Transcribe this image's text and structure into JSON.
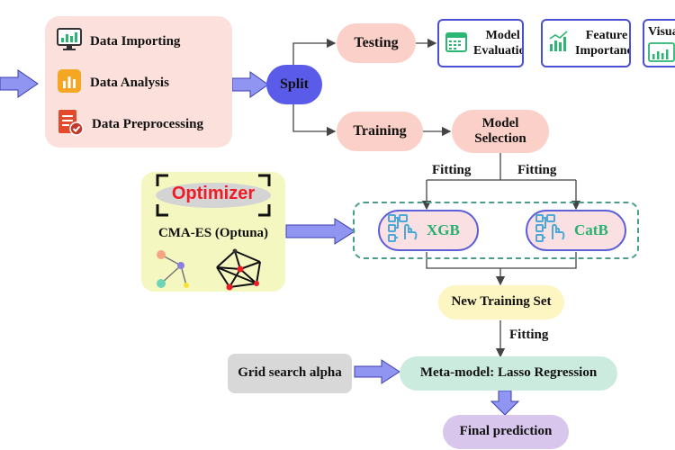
{
  "data_panel": {
    "items": [
      {
        "label": "Data Importing",
        "icon": "monitor-chart-icon"
      },
      {
        "label": "Data Analysis",
        "icon": "bar-chart-icon"
      },
      {
        "label": "Data Preprocessing",
        "icon": "document-check-icon"
      }
    ]
  },
  "split": {
    "label": "Split"
  },
  "testing": {
    "label": "Testing"
  },
  "training": {
    "label": "Training"
  },
  "model_selection": {
    "line1": "Model",
    "line2": "Selection"
  },
  "cards": {
    "evaluation": {
      "line1": "Model",
      "line2": "Evaluation"
    },
    "importance": {
      "line1": "Feature",
      "line2": "Importance"
    },
    "visual": {
      "line1": "Visua"
    }
  },
  "fitting": {
    "left": "Fitting",
    "right": "Fitting",
    "bottom": "Fitting"
  },
  "optimizer": {
    "title": "Optimizer",
    "subtitle": "CMA-ES (Optuna)"
  },
  "models": {
    "xgb": "XGB",
    "catb": "CatB"
  },
  "new_training_set": {
    "label": "New Training Set"
  },
  "grid_search": {
    "label": "Grid search alpha"
  },
  "meta_model": {
    "label": "Meta-model: Lasso Regression"
  },
  "final": {
    "label": "Final prediction"
  },
  "colors": {
    "panel_bg": "#fbe0dc",
    "salmon": "#fbd0c8",
    "split_blue": "#5b5bea",
    "arrow_blue": "#8f95f0",
    "yellow_panel": "#f4f7c0",
    "model_pill": "#fbe0e3",
    "pill_border": "#5c5fd8",
    "teal_text": "#27b06f",
    "dashed_teal": "#4a9d88",
    "yellow_pill": "#fdf6c2",
    "grey_box": "#d8d8d8",
    "mint_pill": "#ccebdf",
    "lavender": "#d9c6ec",
    "optimizer_red": "#ee1c25"
  }
}
